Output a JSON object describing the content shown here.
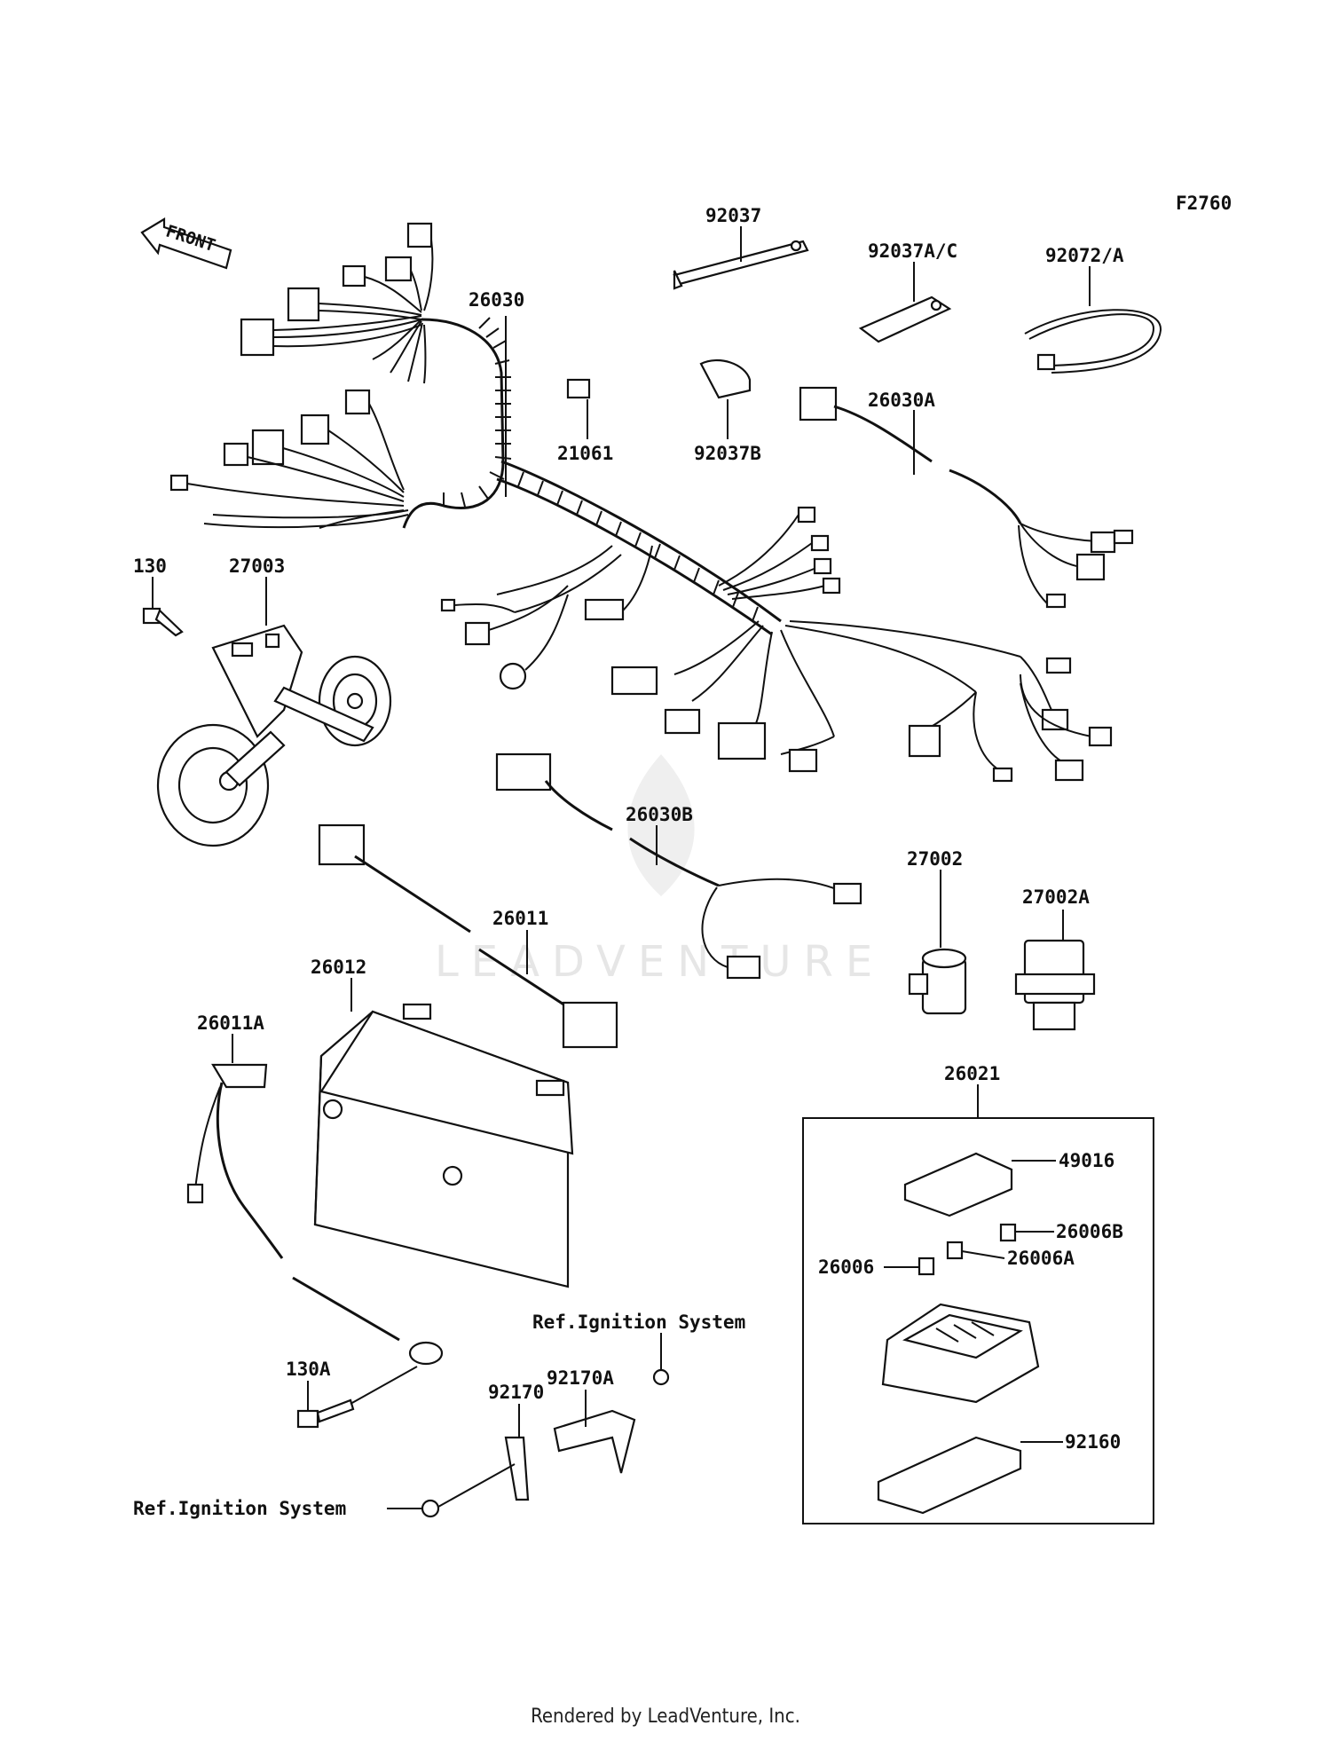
{
  "figure_code": "F2760",
  "front_label": "FRONT",
  "watermark": "LEADVENTURE",
  "footer": "Rendered by LeadVenture, Inc.",
  "labels": {
    "p26030": "26030",
    "p92037": "92037",
    "p92037AC": "92037A/C",
    "p92072A": "92072/A",
    "p21061": "21061",
    "p92037B": "92037B",
    "p26030A": "26030A",
    "p130": "130",
    "p27003": "27003",
    "p26030B": "26030B",
    "p27002": "27002",
    "p27002A": "27002A",
    "p26011": "26011",
    "p26012": "26012",
    "p26011A": "26011A",
    "p26021": "26021",
    "p49016": "49016",
    "p26006B": "26006B",
    "p26006A": "26006A",
    "p26006": "26006",
    "p92160": "92160",
    "p130A": "130A",
    "p92170A": "92170A",
    "p92170": "92170",
    "ref_ignition_1": "Ref.Ignition System",
    "ref_ignition_2": "Ref.Ignition System"
  }
}
